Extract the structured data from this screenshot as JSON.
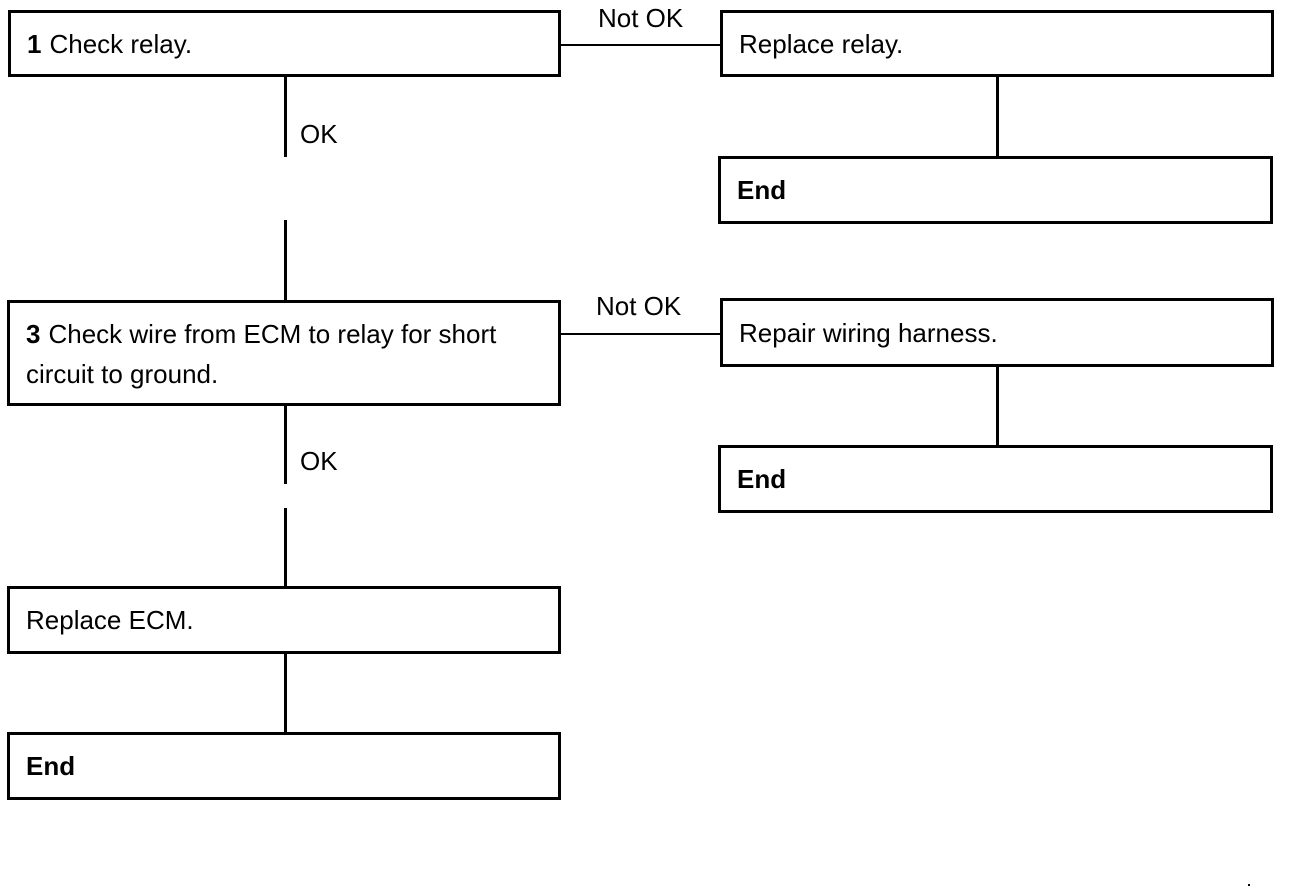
{
  "steps": {
    "step1": {
      "number": "1",
      "text": "Check relay."
    },
    "replace_relay": {
      "text": "Replace relay."
    },
    "end1": {
      "text": "End"
    },
    "step3": {
      "number": "3",
      "text_line1": "Check wire from ECM to relay for short",
      "text_line2": "circuit to ground."
    },
    "repair_wiring": {
      "text": "Repair wiring harness."
    },
    "end2": {
      "text": "End"
    },
    "replace_ecm": {
      "text": "Replace ECM."
    },
    "end3": {
      "text": "End"
    }
  },
  "labels": {
    "not_ok_1": "Not OK",
    "ok_1": "OK",
    "not_ok_3": "Not OK",
    "ok_3": "OK"
  }
}
